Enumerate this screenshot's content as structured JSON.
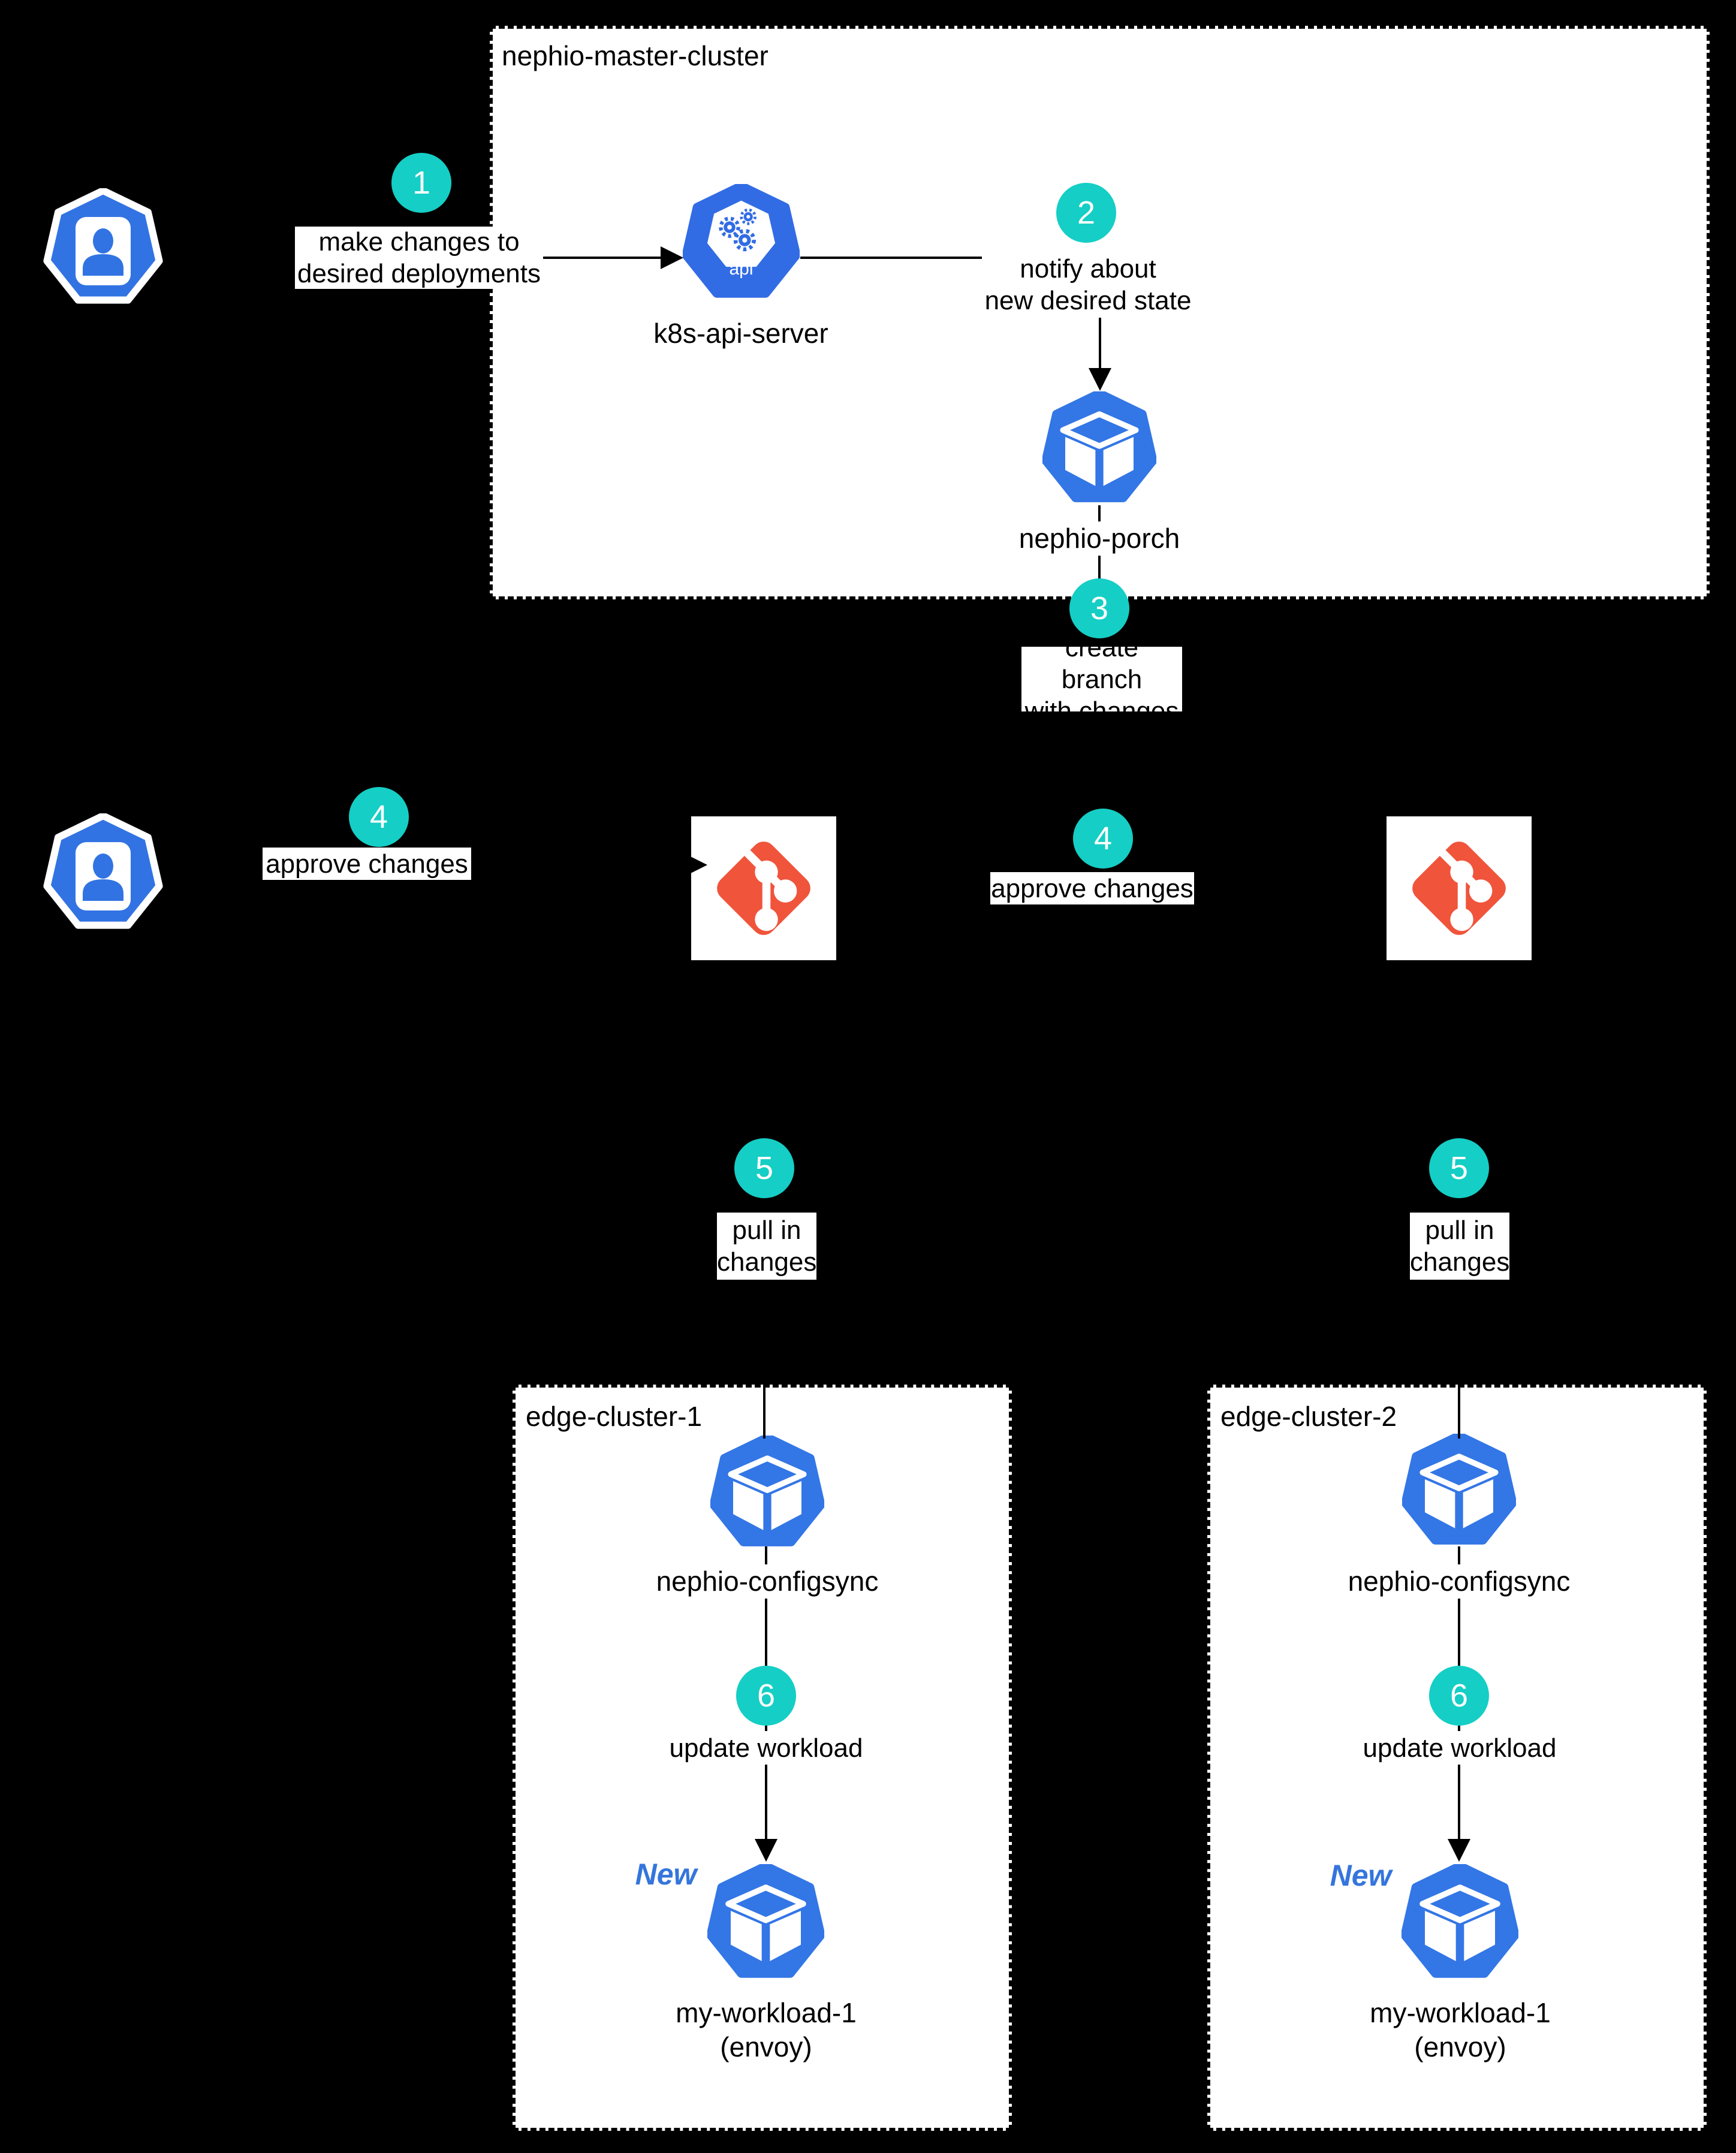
{
  "page": {
    "background": "#000000"
  },
  "colors": {
    "step_badge_teal": "#15CEC5",
    "nephio_blue": "#3376E6",
    "kubernetes_blue": "#326CE5",
    "person_blue": "#3273E3",
    "git_orange": "#F0543B",
    "new_label_blue": "#3575DC",
    "box_fill": "#FFFFFF",
    "line_black": "#000000"
  },
  "clusters": {
    "master": {
      "title": "nephio-master-cluster"
    },
    "edge1": {
      "title": "edge-cluster-1"
    },
    "edge2": {
      "title": "edge-cluster-2"
    }
  },
  "steps": {
    "s1": "1",
    "s2": "2",
    "s3": "3",
    "s4": "4",
    "s5": "5",
    "s6": "6"
  },
  "labels": {
    "make_changes": {
      "line1": "make changes to",
      "line2": "desired deployments"
    },
    "notify": {
      "line1": "notify about",
      "line2": "new desired state"
    },
    "create_branch": {
      "line1": "create branch",
      "line2": "with changes"
    },
    "approve": "approve changes",
    "pull": {
      "line1": "pull in",
      "line2": "changes"
    },
    "update": "update workload",
    "new_flag": "New"
  },
  "nodes": {
    "k8s": {
      "label": "k8s-api-server",
      "icon_text": "api"
    },
    "porch": {
      "label": "nephio-porch"
    },
    "configsync": {
      "label": "nephio-configsync"
    },
    "workload": {
      "line1": "my-workload-1",
      "line2": "(envoy)"
    }
  }
}
